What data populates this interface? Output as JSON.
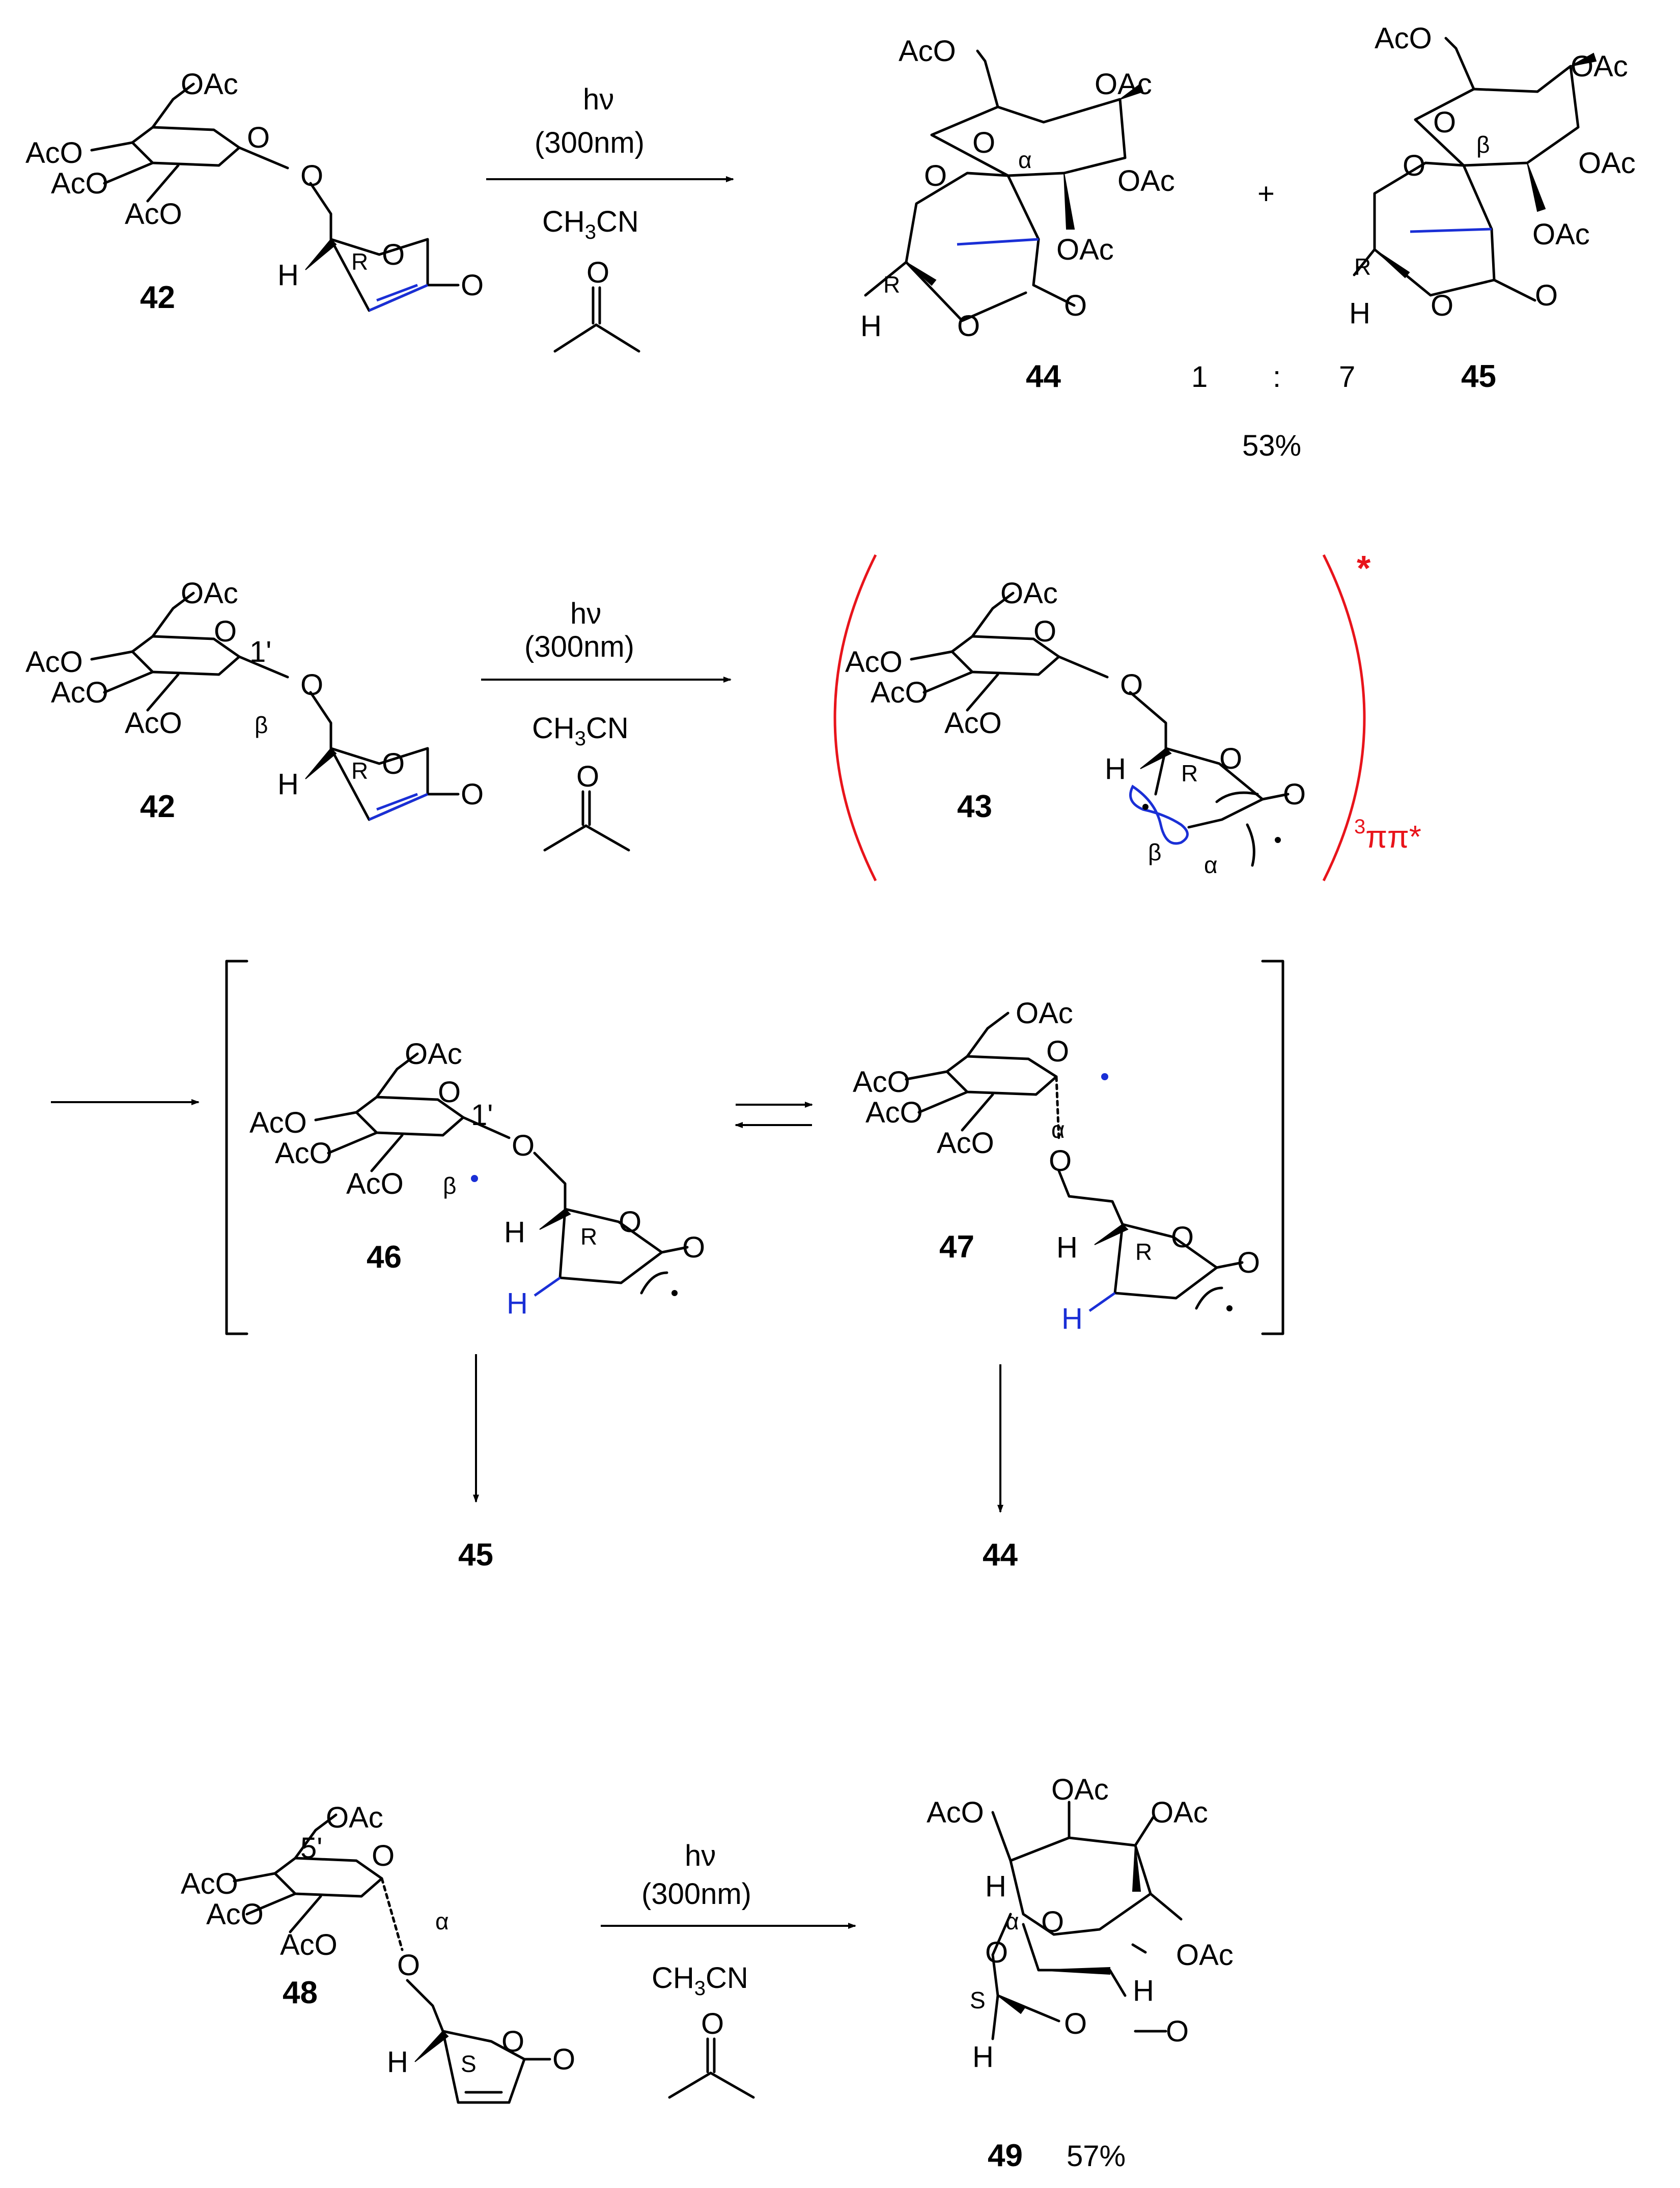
{
  "reagents": {
    "light": "hν",
    "wavelength": "(300nm)",
    "solvent_prefix": "CH",
    "solvent_sub": "3",
    "solvent_suffix": "CN"
  },
  "groups": {
    "oac": "OAc",
    "aco": "AcO",
    "o": "O",
    "h": "H",
    "r": "R",
    "s": "S",
    "alpha": "α",
    "beta": "β",
    "one_prime": "1'",
    "five_prime": "5'",
    "plus": "+",
    "colon": ":"
  },
  "compounds": {
    "c42": "42",
    "c43": "43",
    "c44": "44",
    "c45": "45",
    "c46": "46",
    "c47": "47",
    "c48": "48",
    "c49": "49"
  },
  "scheme1": {
    "ratio_left": "1",
    "ratio_right": "7",
    "yield": "53%"
  },
  "scheme2": {
    "excited_star": "*",
    "state_sup": "3",
    "state_label": "ππ*"
  },
  "scheme4": {
    "yield": "57%"
  },
  "colors": {
    "bond": "#000000",
    "highlight": "#1a2fd6",
    "excited": "#e8141b"
  }
}
